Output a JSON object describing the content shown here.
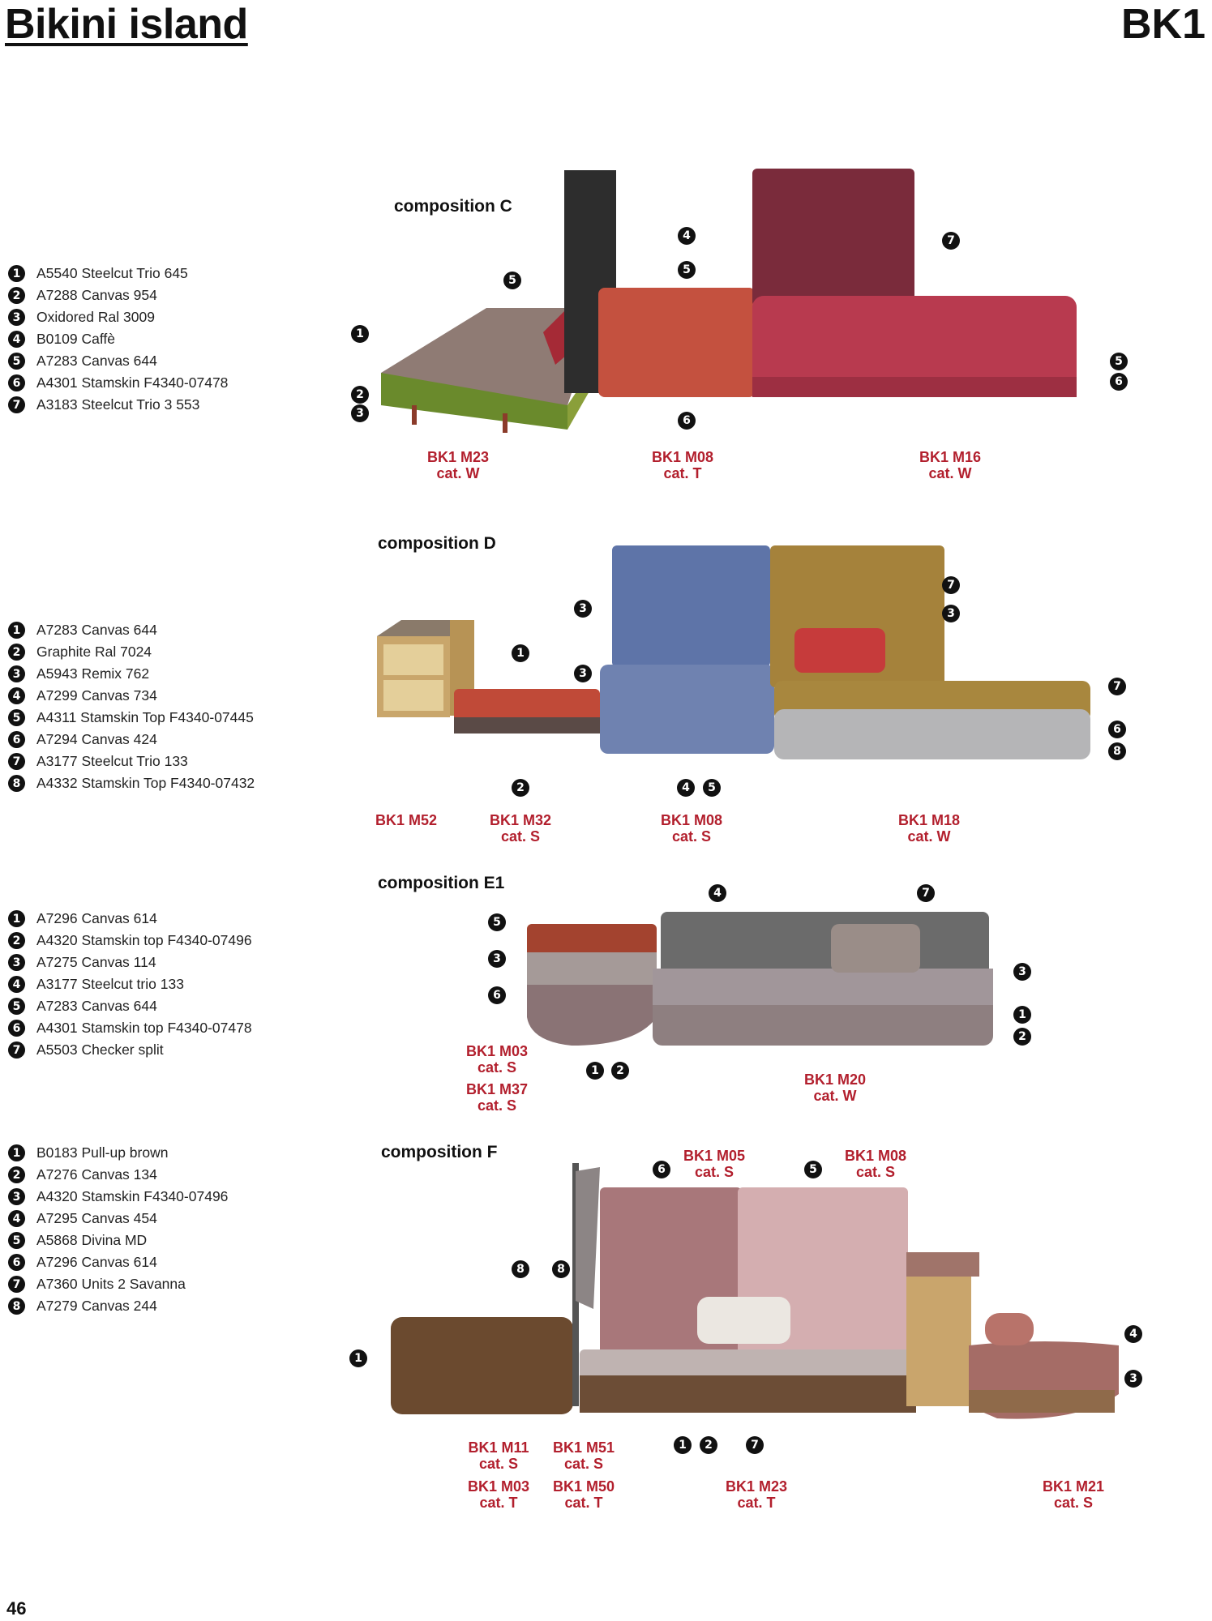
{
  "header": {
    "title": "Bikini island",
    "code": "BK1"
  },
  "page_number": "46",
  "compositions": [
    {
      "title": "composition C",
      "legend": [
        "A5540 Steelcut Trio 645",
        "A7288 Canvas 954",
        "Oxidored Ral 3009",
        "B0109 Caffè",
        "A7283 Canvas 644",
        "A4301 Stamskin F4340-07478",
        "A3183 Steelcut Trio 3 553"
      ],
      "labels": [
        {
          "model": "BK1 M23",
          "cat": "cat. W"
        },
        {
          "model": "BK1 M08",
          "cat": "cat. T"
        },
        {
          "model": "BK1 M16",
          "cat": "cat. W"
        }
      ]
    },
    {
      "title": "composition D",
      "legend": [
        "A7283 Canvas 644",
        "Graphite Ral 7024",
        "A5943 Remix 762",
        "A7299 Canvas 734",
        "A4311 Stamskin Top F4340-07445",
        "A7294 Canvas 424",
        "A3177 Steelcut Trio 133",
        "A4332 Stamskin Top F4340-07432"
      ],
      "labels": [
        {
          "model": "BK1 M52",
          "cat": ""
        },
        {
          "model": "BK1 M32",
          "cat": "cat. S"
        },
        {
          "model": "BK1 M08",
          "cat": "cat. S"
        },
        {
          "model": "BK1 M18",
          "cat": "cat. W"
        }
      ]
    },
    {
      "title": "composition E1",
      "legend": [
        "A7296 Canvas 614",
        "A4320 Stamskin top F4340-07496",
        "A7275 Canvas 114",
        "A3177 Steelcut trio 133",
        "A7283 Canvas 644",
        "A4301 Stamskin top F4340-07478",
        "A5503 Checker split"
      ],
      "labels": [
        {
          "model": "BK1 M03",
          "cat": "cat. S"
        },
        {
          "model": "BK1 M37",
          "cat": "cat. S"
        },
        {
          "model": "BK1 M20",
          "cat": "cat. W"
        }
      ]
    },
    {
      "title": "composition F",
      "legend": [
        "B0183 Pull-up brown",
        "A7276 Canvas 134",
        "A4320 Stamskin F4340-07496",
        "A7295 Canvas 454",
        "A5868 Divina MD",
        "A7296 Canvas 614",
        "A7360 Units 2 Savanna",
        "A7279 Canvas 244"
      ],
      "labels": [
        {
          "model": "BK1 M05",
          "cat": "cat. S"
        },
        {
          "model": "BK1 M08",
          "cat": "cat. S"
        },
        {
          "model": "BK1 M11",
          "cat": "cat. S"
        },
        {
          "model": "BK1 M51",
          "cat": "cat. S"
        },
        {
          "model": "BK1 M03",
          "cat": "cat. T"
        },
        {
          "model": "BK1 M50",
          "cat": "cat. T"
        },
        {
          "model": "BK1 M23",
          "cat": "cat. T"
        },
        {
          "model": "BK1 M21",
          "cat": "cat. S"
        }
      ]
    }
  ]
}
